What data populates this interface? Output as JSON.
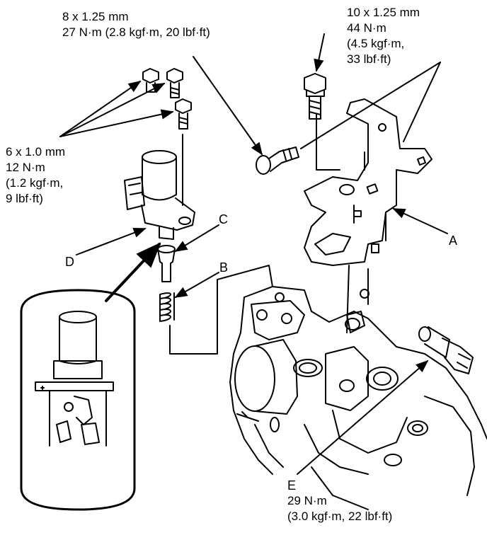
{
  "spec_bolt_top": {
    "line1": "8 x 1.25 mm",
    "line2": "27 N·m (2.8 kgf·m, 20 lbf·ft)"
  },
  "spec_bolt_right": {
    "line1": "10 x 1.25 mm",
    "line2": "44 N·m",
    "line3": "(4.5 kgf·m,",
    "line4": "33 lbf·ft)"
  },
  "spec_bolt_left": {
    "line1": "6 x 1.0 mm",
    "line2": "12 N·m",
    "line3": "(1.2 kgf·m,",
    "line4": "9 lbf·ft)"
  },
  "spec_switch_e": {
    "line1": "29 N·m",
    "line2": "(3.0 kgf·m, 22 lbf·ft)"
  },
  "callouts": {
    "a": "A",
    "b": "B",
    "c": "C",
    "d": "D",
    "e": "E"
  },
  "colors": {
    "ink": "#000000",
    "paper": "#ffffff"
  }
}
